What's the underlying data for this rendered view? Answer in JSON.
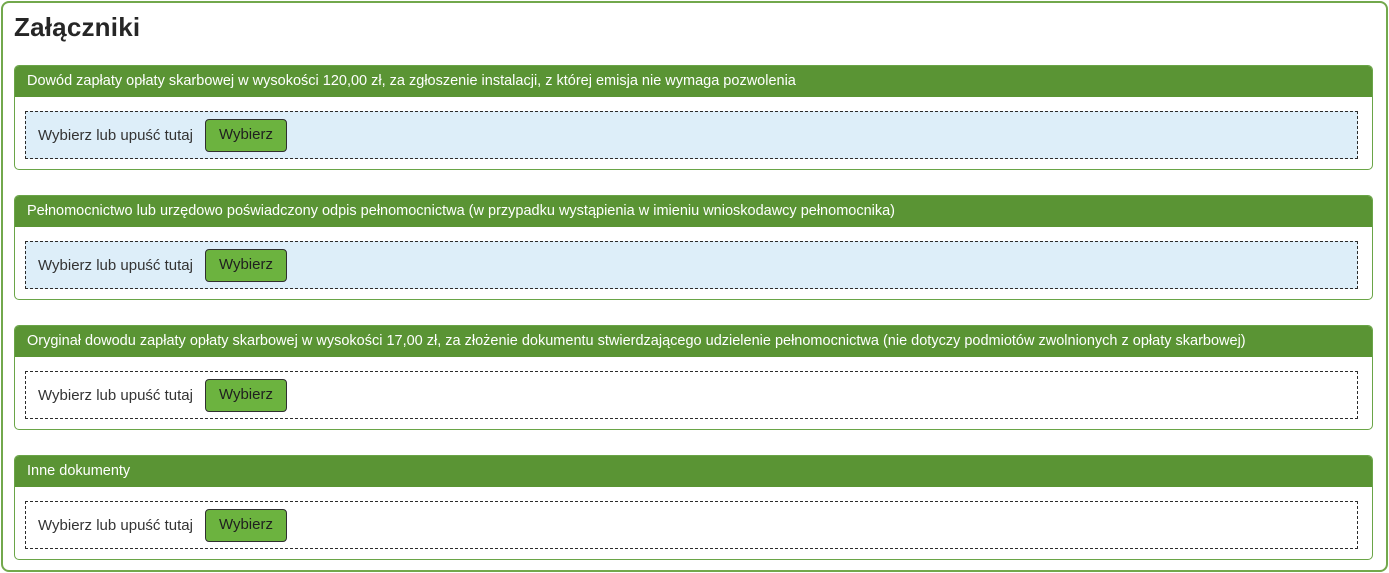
{
  "page": {
    "title": "Załączniki"
  },
  "colors": {
    "section_header_green": "#5a9434",
    "panel_border_green": "#6aa547",
    "page_frame_green": "#72a84c",
    "button_green": "#6cb33f",
    "dropzone_highlight_blue": "#ddeef9",
    "dashed_border": "#2b2b2b"
  },
  "sections": [
    {
      "label": "Dowód zapłaty opłaty skarbowej w wysokości 120,00 zł, za zgłoszenie instalacji, z której emisja nie wymaga pozwolenia",
      "dropzone": {
        "hint": "Wybierz lub upuść tutaj",
        "button_label": "Wybierz",
        "highlighted": true
      }
    },
    {
      "label": "Pełnomocnictwo lub urzędowo poświadczony odpis pełnomocnictwa (w przypadku wystąpienia w imieniu wnioskodawcy pełnomocnika)",
      "dropzone": {
        "hint": "Wybierz lub upuść tutaj",
        "button_label": "Wybierz",
        "highlighted": true
      }
    },
    {
      "label": "Oryginał dowodu zapłaty opłaty skarbowej w wysokości 17,00 zł, za złożenie dokumentu stwierdzającego udzielenie pełnomocnictwa (nie dotyczy podmiotów zwolnionych z opłaty skarbowej)",
      "dropzone": {
        "hint": "Wybierz lub upuść tutaj",
        "button_label": "Wybierz",
        "highlighted": false
      }
    },
    {
      "label": "Inne dokumenty",
      "dropzone": {
        "hint": "Wybierz lub upuść tutaj",
        "button_label": "Wybierz",
        "highlighted": false
      }
    }
  ]
}
